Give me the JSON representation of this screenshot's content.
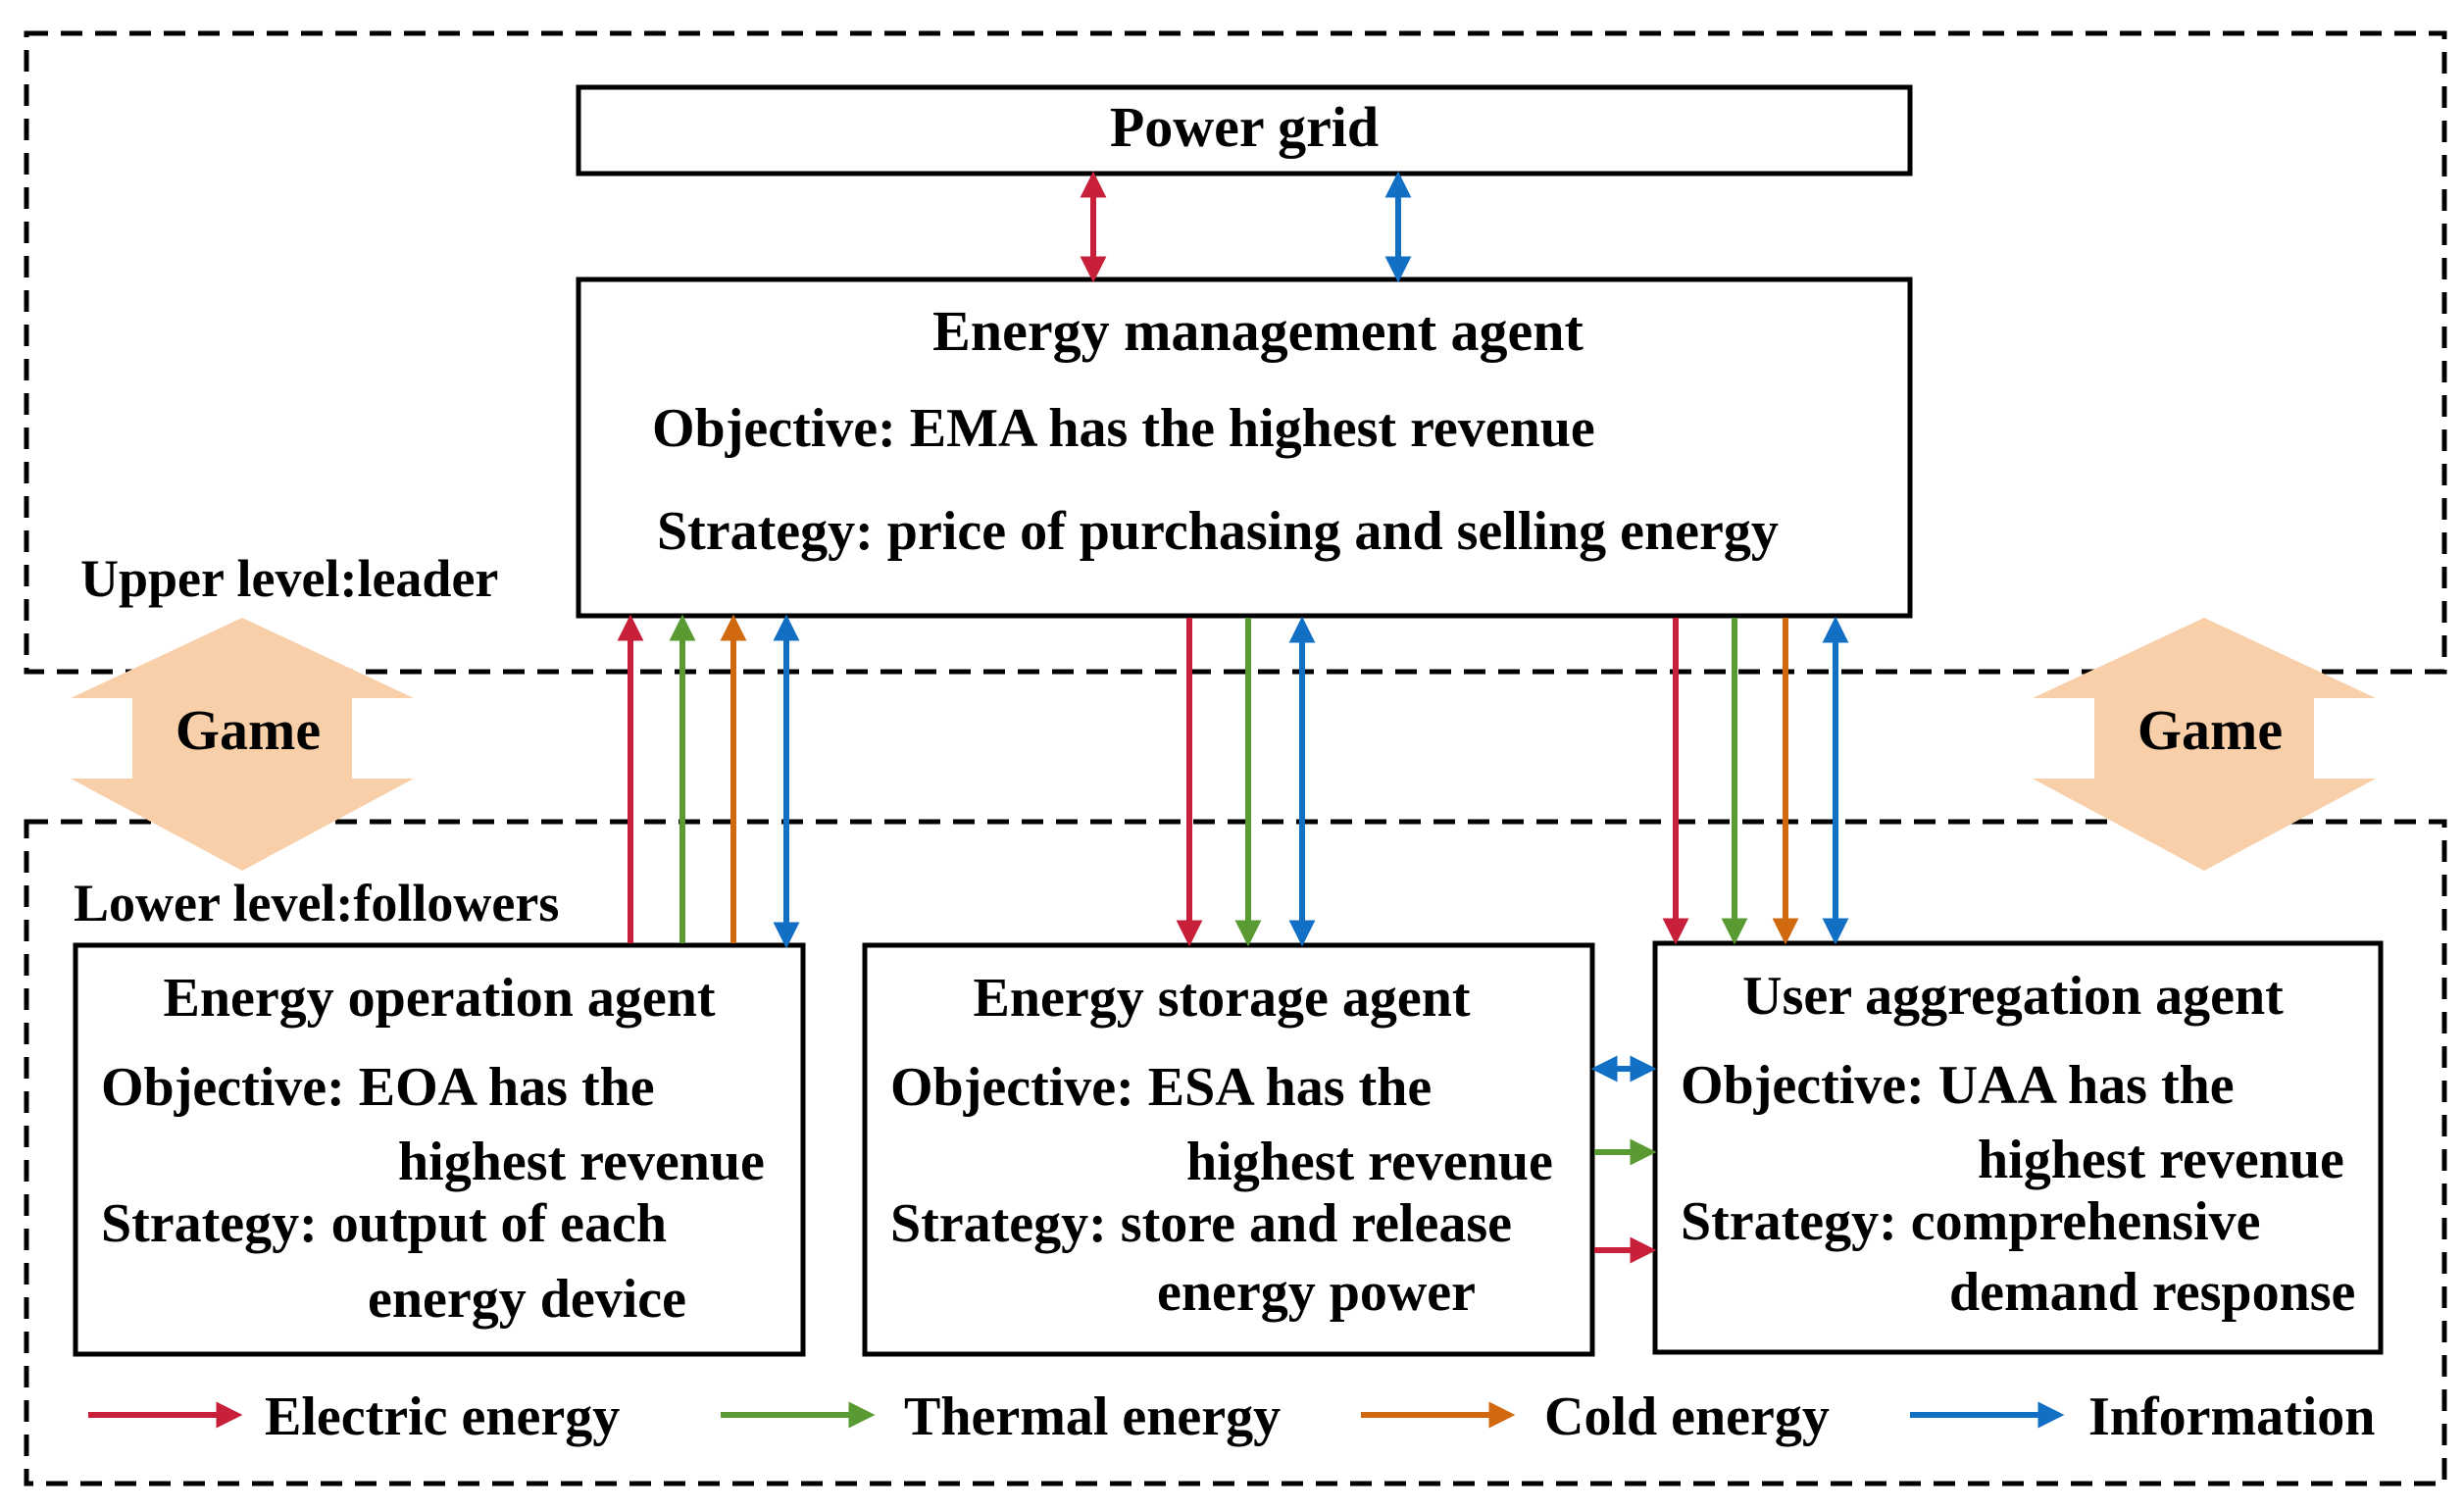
{
  "colors": {
    "electric": "#C8203A",
    "thermal": "#5A9A32",
    "cold": "#D0690F",
    "information": "#1170C4",
    "game_arrow": "#F8CFA8",
    "box_border": "#000000"
  },
  "levels": {
    "upper": "Upper level:leader",
    "lower": "Lower level:followers"
  },
  "game": {
    "left": "Game",
    "right": "Game"
  },
  "power_grid": {
    "title": "Power grid"
  },
  "ema": {
    "title": "Energy management agent",
    "objective": "Objective:  EMA has the highest revenue",
    "strategy": "Strategy:  price of purchasing and selling energy"
  },
  "eoa": {
    "title": "Energy operation agent",
    "objective_line1": "Objective:  EOA has the",
    "objective_line2": "highest revenue",
    "strategy_line1": "Strategy:  output of each",
    "strategy_line2": "energy device"
  },
  "esa": {
    "title": "Energy storage agent",
    "objective_line1": "Objective:  ESA has the",
    "objective_line2": "highest revenue",
    "strategy_line1": "Strategy:  store and release",
    "strategy_line2": "energy power"
  },
  "uaa": {
    "title": "User aggregation agent",
    "objective_line1": "Objective:  UAA has the",
    "objective_line2": "highest revenue",
    "strategy_line1": "Strategy:  comprehensive",
    "strategy_line2": "demand response"
  },
  "legend": [
    {
      "label": "Electric energy",
      "color": "#C8203A"
    },
    {
      "label": "Thermal energy",
      "color": "#5A9A32"
    },
    {
      "label": "Cold energy",
      "color": "#D0690F"
    },
    {
      "label": "Information",
      "color": "#1170C4"
    }
  ]
}
